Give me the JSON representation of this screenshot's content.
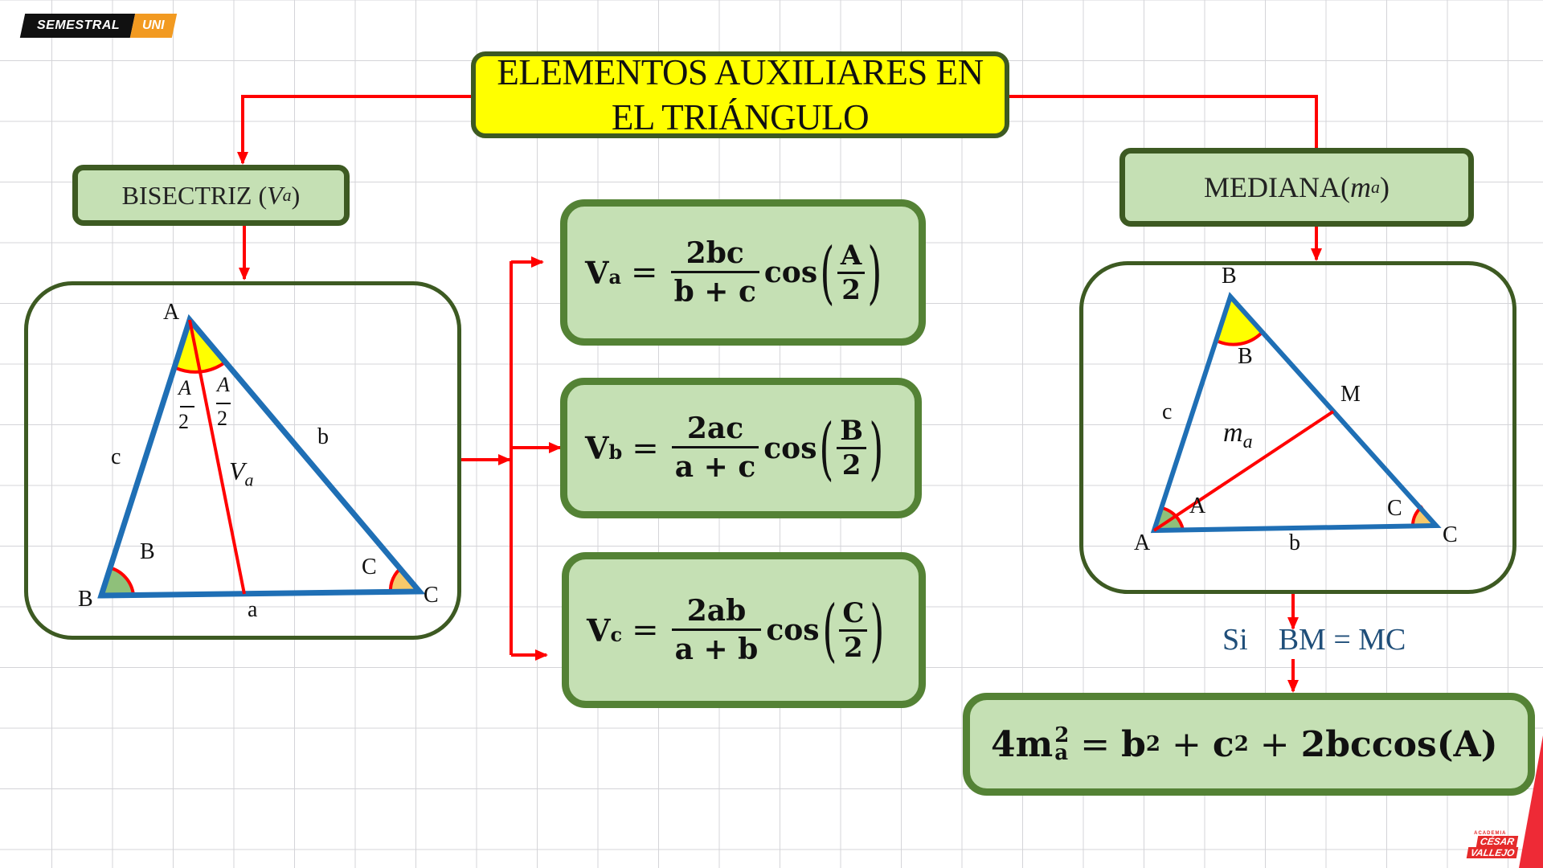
{
  "brand": {
    "word1": "SEMESTRAL",
    "word2": "UNI",
    "colors": {
      "dark": "#111111",
      "accent": "#f29a21"
    }
  },
  "title": {
    "line1": "ELEMENTOS AUXILIARES EN",
    "line2": "EL TRIÁNGULO",
    "bg_color": "#ffff00",
    "border_color": "#3d5a22"
  },
  "bisectriz": {
    "header": {
      "label": "BISECTRIZ",
      "symbol": "V",
      "subscript": "a"
    },
    "triangle": {
      "vertices": {
        "A": "A",
        "B": "B",
        "C": "C"
      },
      "sides": {
        "a": "a",
        "b": "b",
        "c": "c"
      },
      "angle_labels": {
        "B": "B",
        "C": "C",
        "half_A_num": "A",
        "half_A_den": "2"
      },
      "segment": {
        "symbol": "V",
        "subscript": "a"
      }
    }
  },
  "formulas": [
    {
      "lhs": "V",
      "sub": "a",
      "eq": "=",
      "num": "2bc",
      "den": "b + c",
      "func": "cos",
      "arg_num": "A",
      "arg_den": "2"
    },
    {
      "lhs": "V",
      "sub": "b",
      "eq": "=",
      "num": "2ac",
      "den": "a + c",
      "func": "cos",
      "arg_num": "B",
      "arg_den": "2"
    },
    {
      "lhs": "V",
      "sub": "c",
      "eq": "=",
      "num": "2ab",
      "den": "a + b",
      "func": "cos",
      "arg_num": "C",
      "arg_den": "2"
    }
  ],
  "mediana": {
    "header": {
      "label": "MEDIANA",
      "symbol": "m",
      "subscript": "a"
    },
    "triangle": {
      "vertices": {
        "A": "A",
        "B": "B",
        "C": "C",
        "M": "M"
      },
      "sides": {
        "b": "b",
        "c": "c"
      },
      "angle_labels": {
        "A": "A",
        "B": "B",
        "C": "C"
      },
      "segment": {
        "symbol": "m",
        "subscript": "a"
      }
    },
    "condition": {
      "prefix": "Si",
      "text": "BM = MC"
    },
    "result": {
      "coef": "4",
      "var": "m",
      "var_sub": "a",
      "var_sup": "2",
      "eq": "=",
      "t1": "b",
      "t1_sup": "2",
      "plus1": "+",
      "t2": "c",
      "t2_sup": "2",
      "plus2": "+",
      "t3": "2bccos(A)"
    }
  },
  "logo": {
    "top": "ACADEMIA",
    "line1": "CÉSAR",
    "line2": "VALLEJO",
    "color": "#e52a2a"
  },
  "colors": {
    "connector": "#ff0000",
    "triangle_side": "#1f6fb5",
    "box_fill": "#c5e0b4",
    "box_border_dark": "#3d5a22",
    "box_border_formula": "#548235",
    "angle_yellow": "#ffff00",
    "angle_green": "#8fc07a",
    "angle_orange": "#f7c96a"
  }
}
